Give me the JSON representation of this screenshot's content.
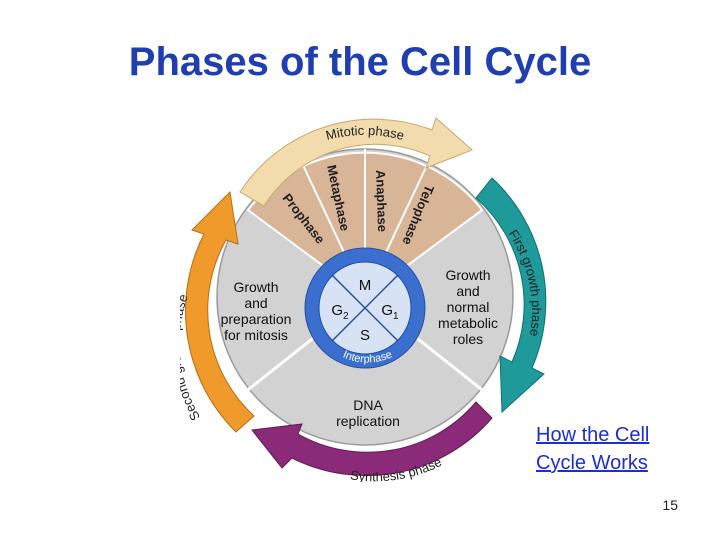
{
  "slide": {
    "title": "Phases of the Cell Cycle",
    "link_text": "How the Cell Cycle Works",
    "page_number": "15"
  },
  "diagram": {
    "outer_labels": {
      "mitotic": "Mitotic phase",
      "first_growth": "First growth phase",
      "second_growth": "Second growth phase",
      "synthesis": "Synthesis phase"
    },
    "mitosis_stages": [
      "Prophase",
      "Metaphase",
      "Anaphase",
      "Telophase"
    ],
    "sectors": {
      "g2_text": [
        "Growth",
        "and",
        "preparation",
        "for mitosis"
      ],
      "g1_text": [
        "Growth",
        "and",
        "normal",
        "metabolic",
        "roles"
      ],
      "s_text": [
        "DNA",
        "replication"
      ]
    },
    "center": {
      "m": "M",
      "g2_main": "G",
      "g2_sub": "2",
      "g1_main": "G",
      "g1_sub": "1",
      "s": "S",
      "interphase": "Interphase"
    },
    "colors": {
      "mitotic_arrow": "#f2dcae",
      "first_growth_arrow": "#1e9a9a",
      "second_growth_arrow": "#ef9a2a",
      "synthesis_arrow": "#8a2a78",
      "mitosis_wedge": "#d9b598",
      "sector_fill": "#cfcfcf",
      "center_ring": "#3a6fd0",
      "center_disc": "#d7e3f5",
      "title_color": "#1f3fb0",
      "link_color": "#1a2fcc"
    }
  }
}
